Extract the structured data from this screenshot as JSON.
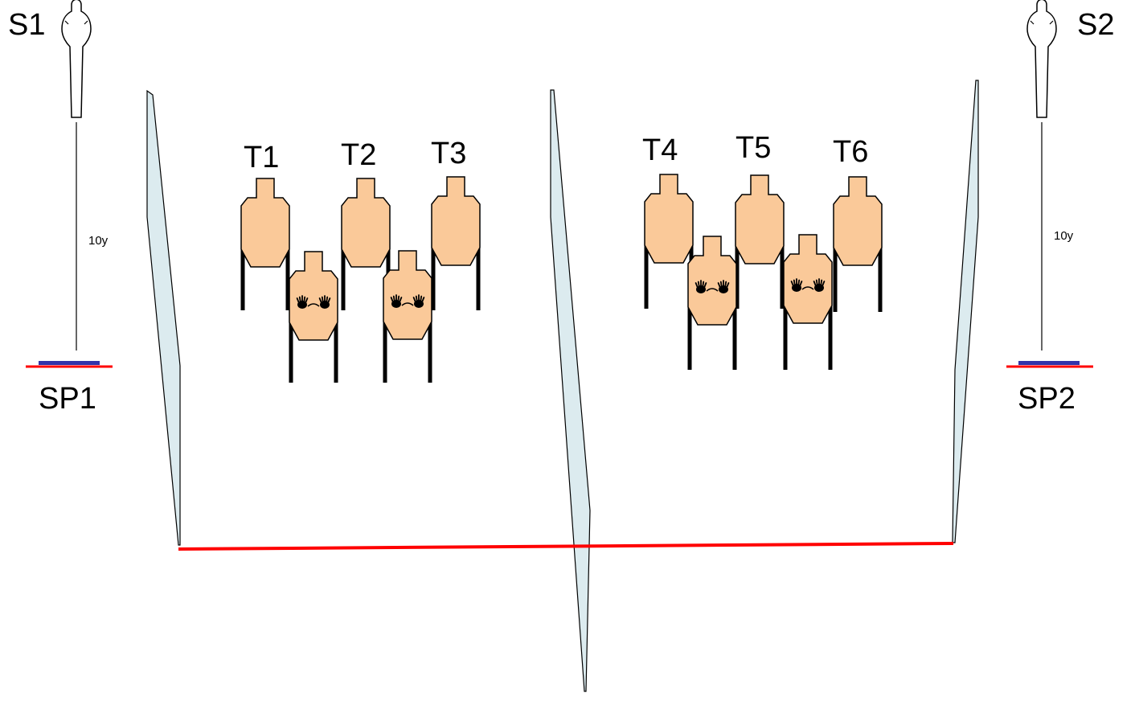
{
  "shooters": [
    {
      "id": "S1",
      "label": "S1"
    },
    {
      "id": "S2",
      "label": "S2"
    }
  ],
  "start_positions": [
    {
      "id": "SP1",
      "label": "SP1",
      "distance_label": "10y"
    },
    {
      "id": "SP2",
      "label": "SP2",
      "distance_label": "10y"
    }
  ],
  "targets": [
    {
      "id": "T1",
      "label": "T1",
      "type": "shoot"
    },
    {
      "id": "T2",
      "label": "T2",
      "type": "shoot"
    },
    {
      "id": "T3",
      "label": "T3",
      "type": "shoot"
    },
    {
      "id": "T4",
      "label": "T4",
      "type": "shoot"
    },
    {
      "id": "T5",
      "label": "T5",
      "type": "shoot"
    },
    {
      "id": "T6",
      "label": "T6",
      "type": "shoot"
    }
  ],
  "no_shoot_targets": [
    {
      "between": "T1-T2",
      "type": "no-shoot"
    },
    {
      "between": "T2-T3",
      "type": "no-shoot"
    },
    {
      "between": "T4-T5",
      "type": "no-shoot"
    },
    {
      "between": "T5-T6",
      "type": "no-shoot"
    }
  ],
  "colors": {
    "target_fill": "#fac999",
    "target_stroke": "#000000",
    "wall_fill": "#dcebef",
    "fault_line": "#ff0000",
    "start_box": "#3333aa"
  },
  "icons": {
    "shooter": "shooter-silhouette-icon",
    "no_shoot": "hands-icon"
  }
}
